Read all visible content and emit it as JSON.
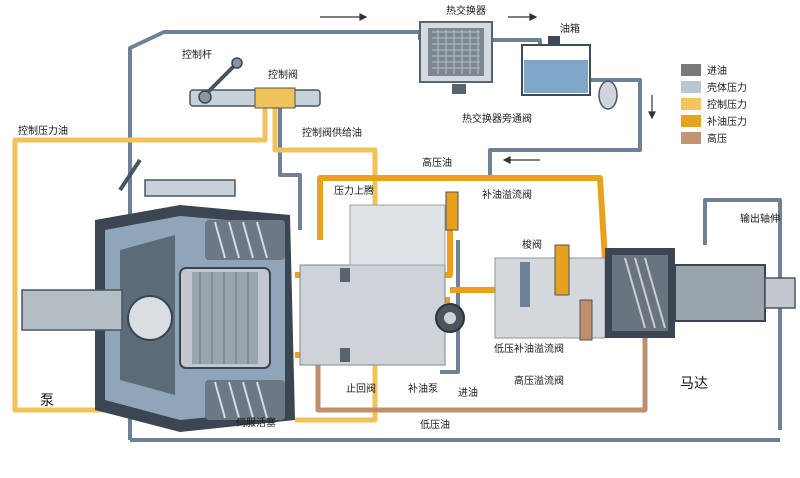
{
  "labels": {
    "heat_exchanger": "热交换器",
    "oil_tank": "油箱",
    "heat_exchanger_bypass": "热交换器旁通阀",
    "control_lever": "控制杆",
    "control_valve": "控制阀",
    "control_pressure_oil": "控制压力油",
    "control_valve_supply": "控制阀供给油",
    "high_pressure_oil": "高压油",
    "pressure_lift": "压力上腾",
    "charge_relief_valve": "补油溢流阀",
    "output_shaft": "输出轴伸",
    "shuttle_valve": "梭阀",
    "pump": "泵",
    "check_valve": "止回阀",
    "charge_pump": "补油泵",
    "inlet_oil": "进油",
    "low_pressure_charge_relief": "低压补油溢流阀",
    "high_pressure_relief": "高压溢流阀",
    "motor": "马达",
    "servo_piston": "伺服活塞",
    "low_pressure_oil": "低压油"
  },
  "legend": [
    {
      "label": "进油",
      "color": "#7a7a7a"
    },
    {
      "label": "壳体压力",
      "color": "#b9c6d3"
    },
    {
      "label": "控制压力",
      "color": "#f2c55e"
    },
    {
      "label": "补油压力",
      "color": "#e7a21d"
    },
    {
      "label": "高压",
      "color": "#c39474"
    }
  ],
  "colors": {
    "suction": "#6e8196",
    "case": "#a9b8c6",
    "control": "#f0c35a",
    "charge": "#e8a11f",
    "high": "#bf8f6c",
    "metal_dark": "#3b4652",
    "metal_mid": "#8996a2"
  }
}
